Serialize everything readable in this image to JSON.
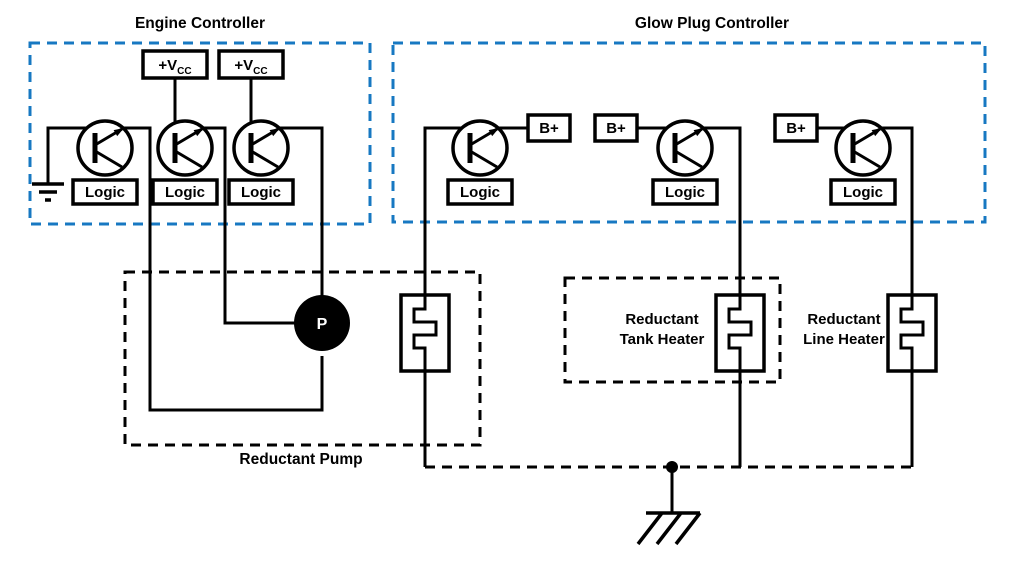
{
  "engine_controller": {
    "title": "Engine Controller",
    "vcc_main": "+V",
    "vcc_sub": "CC",
    "logic": "Logic"
  },
  "glow_plug_controller": {
    "title": "Glow Plug Controller",
    "b_plus": "B+",
    "logic": "Logic"
  },
  "reductant_pump": {
    "label": "Reductant Pump",
    "pump_symbol": "P"
  },
  "reductant_tank_heater": {
    "line1": "Reductant",
    "line2": "Tank Heater"
  },
  "reductant_line_heater": {
    "line1": "Reductant",
    "line2": "Line Heater"
  },
  "colors": {
    "controller_border": "#1778c2",
    "wire": "#000000"
  }
}
